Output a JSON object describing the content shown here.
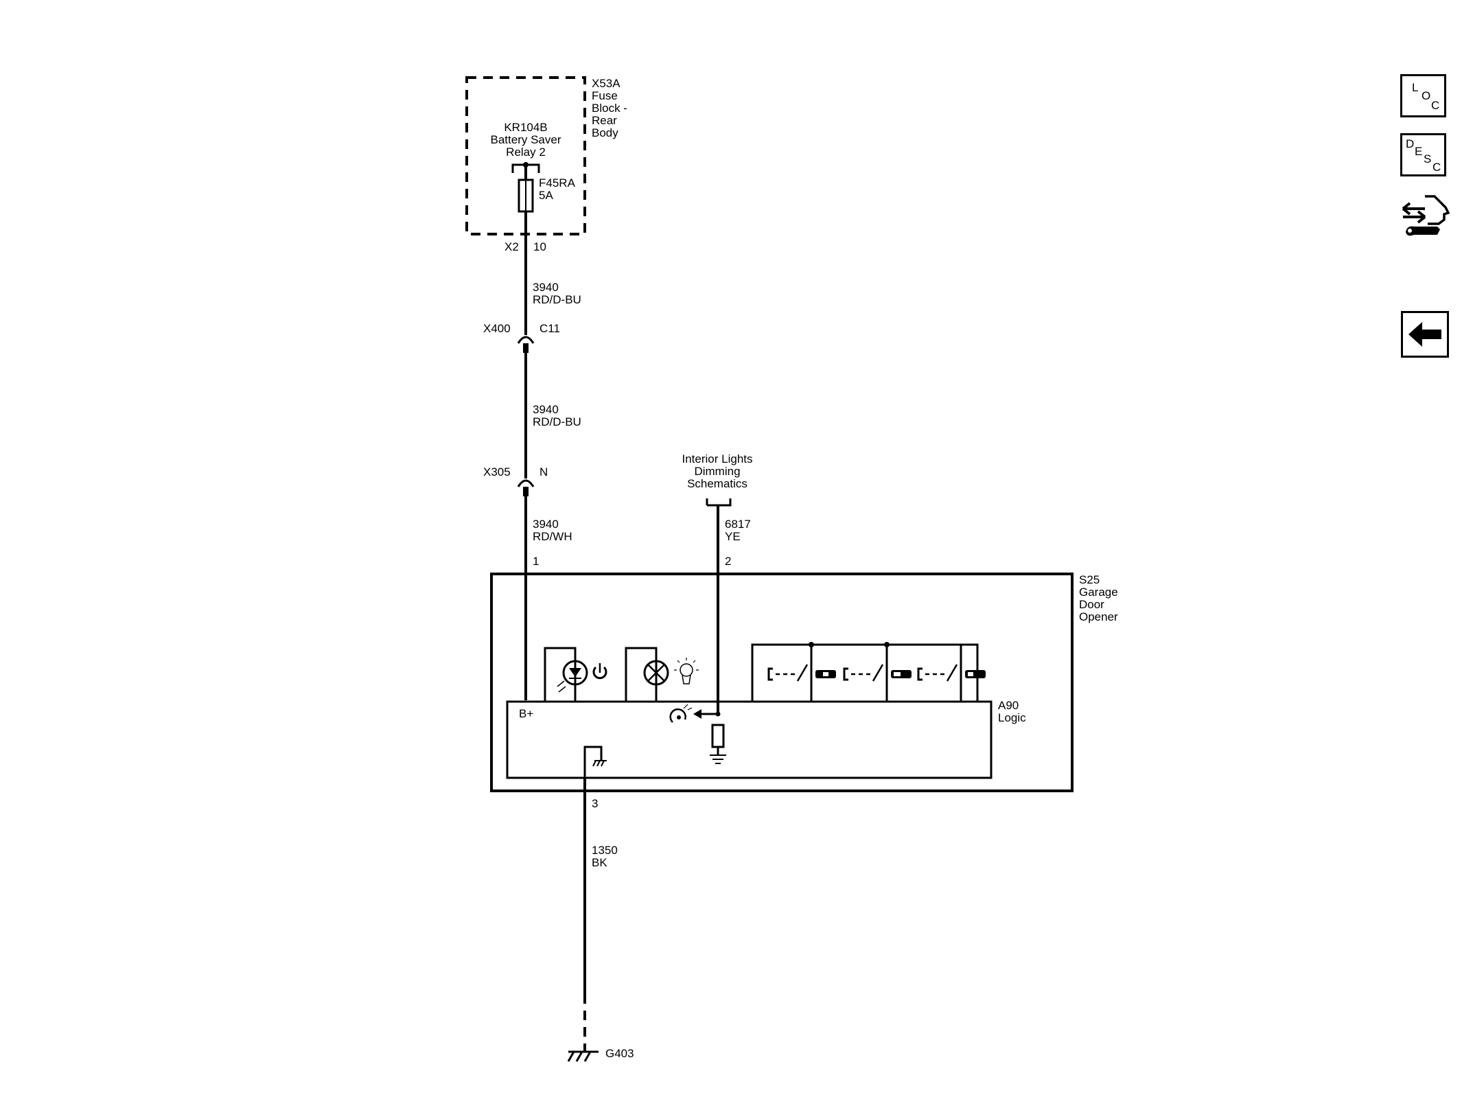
{
  "fuse_block": {
    "name_lines": [
      "X53A",
      "Fuse",
      "Block -",
      "Rear",
      "Body"
    ],
    "relay_lines": [
      "KR104B",
      "Battery Saver",
      "Relay 2"
    ],
    "fuse_lines": [
      "F45RA",
      "5A"
    ],
    "connector": "X2",
    "pin": "10"
  },
  "wires": {
    "w1_lines": [
      "3940",
      "RD/D-BU"
    ],
    "w2_lines": [
      "3940",
      "RD/D-BU"
    ],
    "w3_lines": [
      "3940",
      "RD/WH"
    ],
    "w_dimming_lines": [
      "6817",
      "YE"
    ],
    "w_ground_lines": [
      "1350",
      "BK"
    ]
  },
  "inline_connectors": {
    "x400": {
      "name": "X400",
      "pin": "C11"
    },
    "x305": {
      "name": "X305",
      "pin": "N"
    }
  },
  "dimming_ref_lines": [
    "Interior Lights",
    "Dimming",
    "Schematics"
  ],
  "module": {
    "name_lines": [
      "S25",
      "Garage",
      "Door",
      "Opener"
    ],
    "pin1": "1",
    "pin2": "2",
    "pin3": "3",
    "logic_lines": [
      "A90",
      "Logic"
    ],
    "bplus": "B+"
  },
  "ground": {
    "name": "G403"
  },
  "nav": {
    "loc": [
      "L",
      "O",
      "C"
    ],
    "desc": [
      "D",
      "E",
      "S",
      "C"
    ],
    "service_icon": "connector-wrench-icon",
    "back_icon": "back-arrow-icon"
  }
}
